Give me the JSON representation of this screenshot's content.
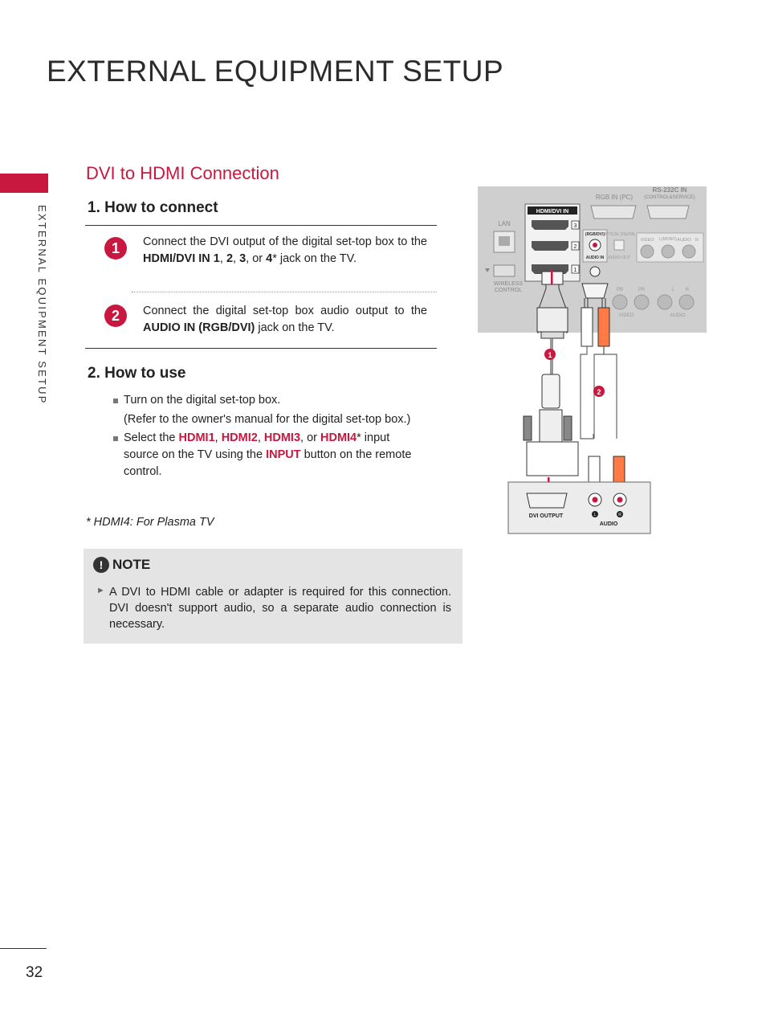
{
  "header": {
    "title": "EXTERNAL EQUIPMENT SETUP"
  },
  "side_label": "EXTERNAL EQUIPMENT SETUP",
  "section": {
    "title": "DVI to HDMI Connection"
  },
  "how_to_connect": {
    "title": "1. How to connect",
    "steps": [
      {
        "num": "1",
        "parts": [
          "Connect the DVI output of the digital set-top box to the ",
          "HDMI/DVI IN 1",
          ", ",
          "2",
          ", ",
          "3",
          ", or ",
          "4",
          "* jack on the TV."
        ]
      },
      {
        "num": "2",
        "parts": [
          "Connect the digital set-top box audio output to the ",
          "AUDIO IN (RGB/DVI)",
          " jack on the TV."
        ]
      }
    ]
  },
  "how_to_use": {
    "title": "2. How to use",
    "bullet1": "Turn on the digital set-top box.",
    "bullet1_note": "(Refer to the owner's manual for the digital set-top box.)",
    "bullet2_parts": [
      "Select the ",
      "HDMI1",
      ", ",
      "HDMI2",
      ", ",
      "HDMI3",
      ", or ",
      "HDMI4",
      "* input source on the TV using the ",
      "INPUT",
      " button on the remote control."
    ]
  },
  "footnote": "* HDMI4: For Plasma TV",
  "note": {
    "icon": "!",
    "title": "NOTE",
    "arrow": "►",
    "text": "A DVI to HDMI cable or adapter is required for this connection. DVI doesn't support audio, so a separate audio connection is necessary."
  },
  "diagram": {
    "hdmi_label": "HDMI/DVI IN",
    "rgb_label": "RGB IN (PC)",
    "rs232_label": "RS-232C IN",
    "rs232_sub": "(CONTROL&SERVICE)",
    "lan_label": "LAN",
    "wireless_label_1": "WIRELESS",
    "wireless_label_2": "CONTROL",
    "rgb_dvi_label": "(RGB/DVI)",
    "audio_in_label": "AUDIO IN",
    "optical_label": "OPTICAL DIGITAL",
    "audio_out_label": "AUDIO OUT",
    "video_label": "VIDEO",
    "mono_label": "L(MONO)",
    "audio_label": "AUDIO",
    "r_label": "R",
    "l_label": "L",
    "pb_label": "PB",
    "pr_label": "PR",
    "video_bottom_label": "VIDEO",
    "audio_bottom_label": "AUDIO",
    "port_numbers": [
      "3",
      "2",
      "1"
    ],
    "marker1": "1",
    "marker2": "2",
    "dvi_output_label": "DVI OUTPUT",
    "box_audio_label": "AUDIO",
    "box_l": "L",
    "box_r": "R"
  },
  "footer": {
    "page_number": "32"
  }
}
